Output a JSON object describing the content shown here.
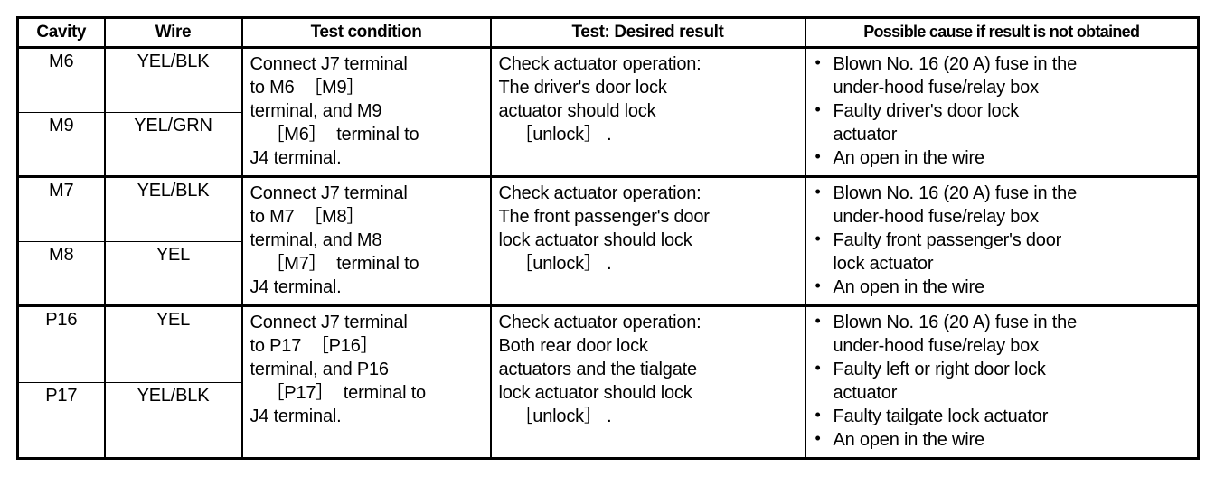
{
  "table": {
    "headers": [
      "Cavity",
      "Wire",
      "Test condition",
      "Test: Desired result",
      "Possible cause if result is not obtained"
    ],
    "rows": [
      {
        "cavity_top": "M6",
        "cavity_bottom": "M9",
        "wire_top": "YEL/BLK",
        "wire_bottom": "YEL/GRN",
        "condition_lines": [
          "Connect J7 terminal",
          "to M6  ［M9］",
          "terminal, and M9",
          "［M6］  terminal to",
          "J4 terminal."
        ],
        "condition_indent": [
          false,
          false,
          false,
          true,
          false
        ],
        "result_lines": [
          "Check actuator operation:",
          "The driver's door lock",
          "actuator should lock",
          "［unlock］ ."
        ],
        "result_indent": [
          false,
          false,
          false,
          true
        ],
        "causes": [
          [
            "Blown No. 16 (20 A) fuse in the",
            "under-hood fuse/relay box"
          ],
          [
            "Faulty driver's door lock",
            "actuator"
          ],
          [
            "An open in the wire"
          ]
        ]
      },
      {
        "cavity_top": "M7",
        "cavity_bottom": "M8",
        "wire_top": "YEL/BLK",
        "wire_bottom": "YEL",
        "condition_lines": [
          "Connect J7 terminal",
          "to M7  ［M8］",
          "terminal, and M8",
          "［M7］  terminal to",
          "J4 terminal."
        ],
        "condition_indent": [
          false,
          false,
          false,
          true,
          false
        ],
        "result_lines": [
          "Check actuator operation:",
          "The front passenger's door",
          "lock actuator should lock",
          "［unlock］ ."
        ],
        "result_indent": [
          false,
          false,
          false,
          true
        ],
        "causes": [
          [
            "Blown No. 16 (20 A) fuse in the",
            "under-hood fuse/relay box"
          ],
          [
            "Faulty front passenger's door",
            "lock actuator"
          ],
          [
            "An open in the wire"
          ]
        ]
      },
      {
        "cavity_top": "P16",
        "cavity_bottom": "P17",
        "wire_top": "YEL",
        "wire_bottom": "YEL/BLK",
        "condition_lines": [
          "Connect J7 terminal",
          "to P17  ［P16］",
          "terminal, and P16",
          "［P17］  terminal to",
          "J4 terminal."
        ],
        "condition_indent": [
          false,
          false,
          false,
          true,
          false
        ],
        "result_lines": [
          "Check actuator operation:",
          "Both rear door lock",
          "actuators and the tialgate",
          "lock actuator should lock",
          "［unlock］ ."
        ],
        "result_indent": [
          false,
          false,
          false,
          false,
          true
        ],
        "causes": [
          [
            "Blown No. 16 (20 A) fuse in the",
            "under-hood fuse/relay box"
          ],
          [
            "Faulty left or right door lock",
            "actuator"
          ],
          [
            "Faulty tailgate lock actuator"
          ],
          [
            "An open in the wire"
          ]
        ]
      }
    ]
  },
  "colors": {
    "ink": "#000000",
    "paper": "#ffffff"
  }
}
